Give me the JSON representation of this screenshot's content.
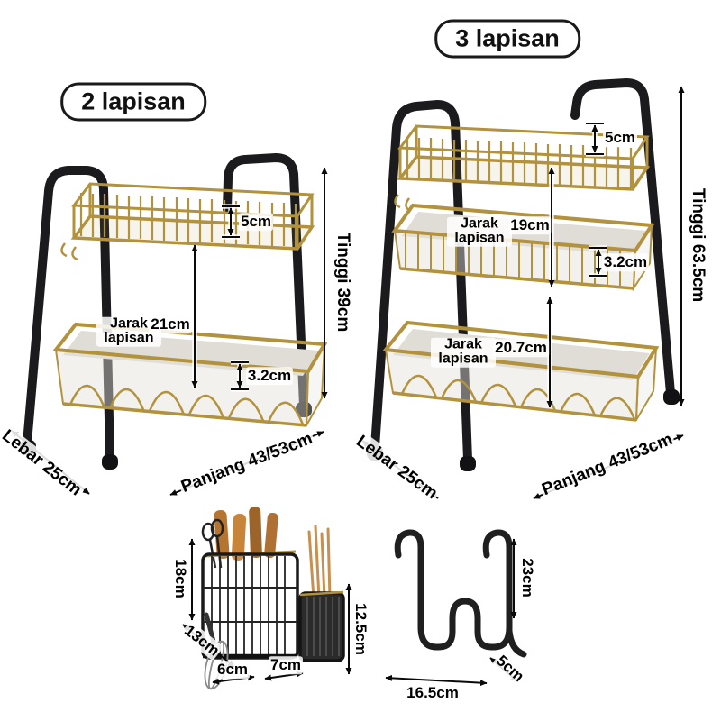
{
  "badges": {
    "two_tier": "2 lapisan",
    "three_tier": "3 lapisan"
  },
  "rack_two_tier": {
    "top_basket_height": "5cm",
    "tier_gap_label": "Jarak lapisan",
    "tier_gap_value": "21cm",
    "rail_height": "3.2cm",
    "height": "Tinggi 39cm",
    "width": "Lebar 25cm",
    "length": "Panjang 43/53cm"
  },
  "rack_three_tier": {
    "top_basket_height": "5cm",
    "tier_gap1_label": "Jarak lapisan",
    "tier_gap1_value": "19cm",
    "rail_height": "3.2cm",
    "tier_gap2_label": "Jarak lapisan",
    "tier_gap2_value": "20.7cm",
    "height": "Tinggi 63.5cm",
    "width": "Lebar 25cm",
    "length": "Panjang 43/53cm"
  },
  "utensil_holder": {
    "height": "18cm",
    "cup_height": "12.5cm",
    "width": "13cm",
    "depth": "6cm",
    "cup_width": "7cm"
  },
  "door_hook": {
    "height": "23cm",
    "width": "16.5cm",
    "depth": "5cm"
  },
  "colors": {
    "frame_black": "#1b1b1d",
    "basket_gold": "#b2923d",
    "tray_grey": "#e0ded6"
  }
}
